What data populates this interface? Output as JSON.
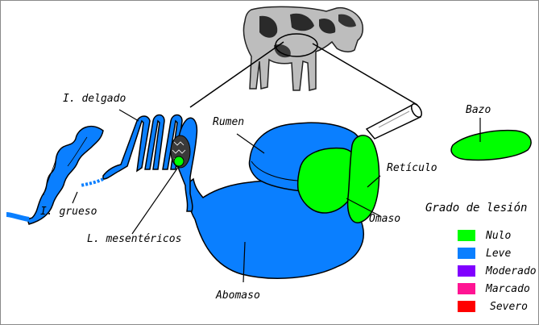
{
  "labels": {
    "intestino_delgado": "I. delgado",
    "intestino_grueso": "I. grueso",
    "linfonodos": "L. mesentéricos",
    "rumen": "Rumen",
    "abomaso": "Abomaso",
    "omaso": "Omaso",
    "reticulo": "Retículo",
    "bazo": "Bazo"
  },
  "legend": {
    "title": "Grado de lesión",
    "items": [
      {
        "label": "Nulo",
        "color": "#00ff00"
      },
      {
        "label": "Leve",
        "color": "#0a7fff"
      },
      {
        "label": "Moderado",
        "color": "#8000ff"
      },
      {
        "label": "Marcado",
        "color": "#ff1493"
      },
      {
        "label": "Severo",
        "color": "#ff0000"
      }
    ]
  },
  "colors": {
    "leve": "#0a7fff",
    "nulo": "#00ff00",
    "outline": "#000000",
    "frame": "#8a8a8a"
  }
}
